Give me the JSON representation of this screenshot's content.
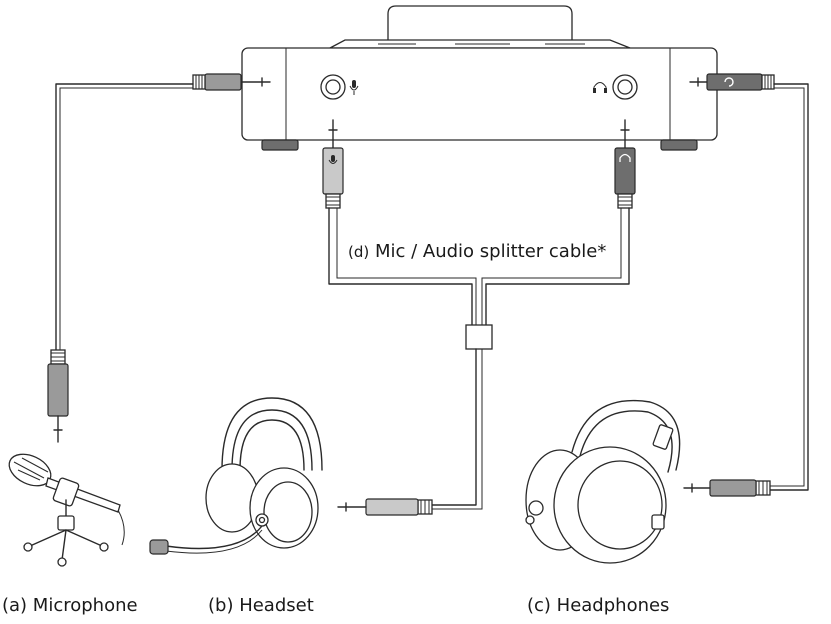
{
  "captions": {
    "microphone": "(a) Microphone",
    "headset": "(b) Headset",
    "headphones": "(c) Headphones"
  },
  "splitter_cable": {
    "prefix": "(d)",
    "label": "Mic / Audio splitter cable*"
  },
  "icons": {
    "mic_port": "microphone-icon",
    "headphone_port": "headphone-icon",
    "line_out": "line-out-icon"
  }
}
